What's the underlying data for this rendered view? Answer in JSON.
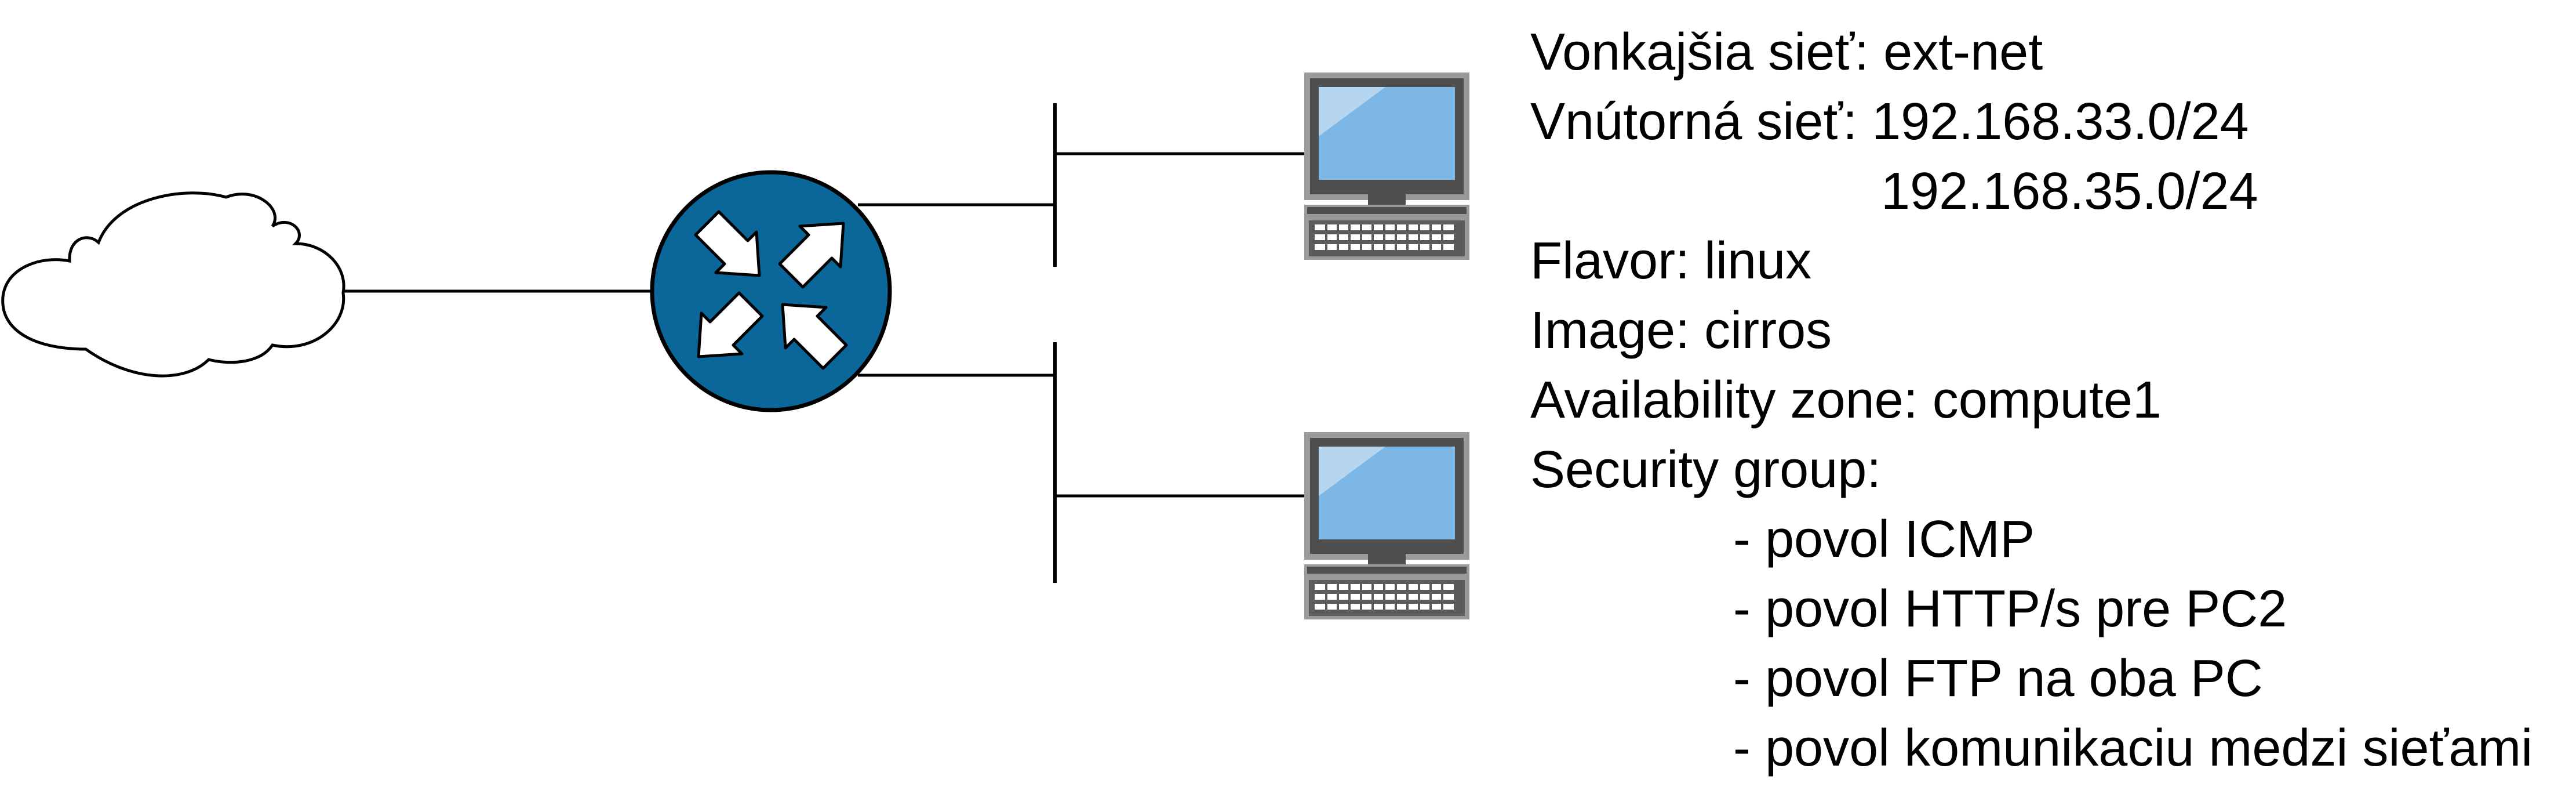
{
  "icons": {
    "cloud": "cloud-icon",
    "router": "router-icon",
    "pc": "desktop-computer-icon"
  },
  "colors": {
    "router_fill": "#0b6699",
    "screen": "#7db7e6",
    "monitor_frame": "#5b5b5b",
    "monitor_bezel": "#9a9a9a",
    "line": "#000000"
  },
  "info": {
    "external_network": "Vonkajšia sieť: ext-net",
    "internal_network": "Vnútorná sieť: 192.168.33.0/24",
    "internal_network_2": "192.168.35.0/24",
    "flavor": "Flavor: linux",
    "image": "Image: cirros",
    "availability_zone": "Availability zone: compute1",
    "security_group": "Security group:",
    "rules": [
      "- povol ICMP",
      "- povol HTTP/s pre PC2",
      "- povol FTP na oba PC",
      "- povol komunikaciu medzi sieťami"
    ]
  }
}
